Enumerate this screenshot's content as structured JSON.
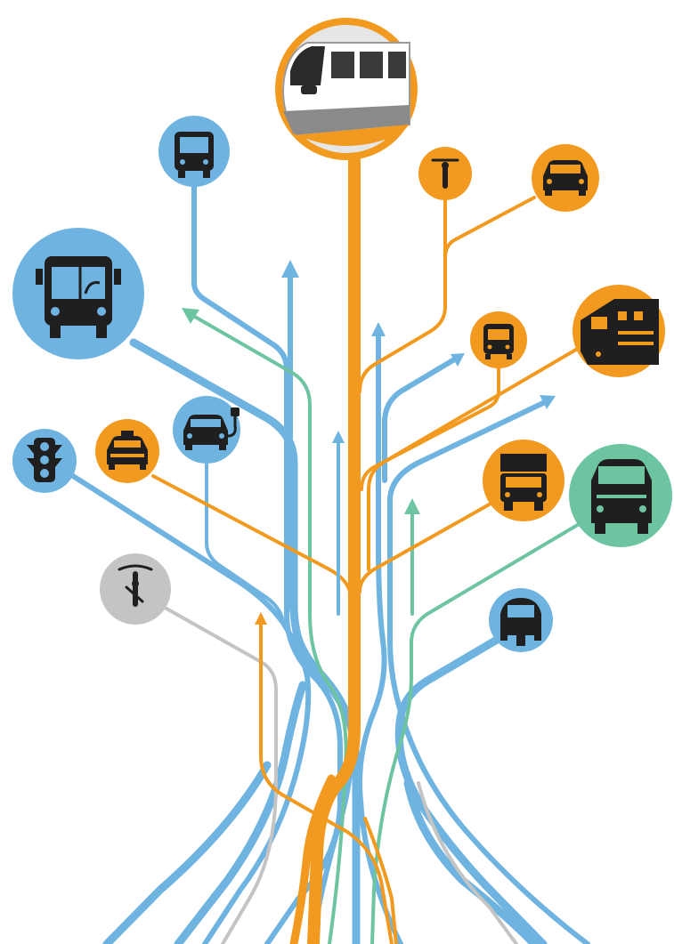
{
  "diagram": {
    "colors": {
      "blue": "#6fb3e0",
      "orange": "#f29a1f",
      "green": "#6cc4a1",
      "grey": "#c4c4c4",
      "icon": "#1f1f1f"
    },
    "nodes": [
      {
        "name": "train-node",
        "icon": "metro-train-icon",
        "color": "grey"
      },
      {
        "name": "bus-front-node",
        "icon": "bus-front-icon",
        "color": "blue"
      },
      {
        "name": "bicycle-front-node",
        "icon": "bicycle-icon",
        "color": "orange"
      },
      {
        "name": "car-node-top-right",
        "icon": "car-icon",
        "color": "orange"
      },
      {
        "name": "city-bus-node",
        "icon": "city-bus-icon",
        "color": "blue"
      },
      {
        "name": "locomotive-node",
        "icon": "locomotive-icon",
        "color": "orange"
      },
      {
        "name": "small-bus-node",
        "icon": "bus-icon",
        "color": "orange"
      },
      {
        "name": "traffic-light-node",
        "icon": "traffic-light-icon",
        "color": "blue"
      },
      {
        "name": "taxi-node",
        "icon": "taxi-icon",
        "color": "orange"
      },
      {
        "name": "electric-car-node",
        "icon": "electric-car-icon",
        "color": "blue"
      },
      {
        "name": "truck-node",
        "icon": "truck-icon",
        "color": "orange"
      },
      {
        "name": "van-node",
        "icon": "van-icon",
        "color": "green"
      },
      {
        "name": "bicycle-side-node",
        "icon": "bicycle-icon",
        "color": "grey"
      },
      {
        "name": "auto-rickshaw-node",
        "icon": "auto-rickshaw-icon",
        "color": "blue"
      }
    ]
  }
}
